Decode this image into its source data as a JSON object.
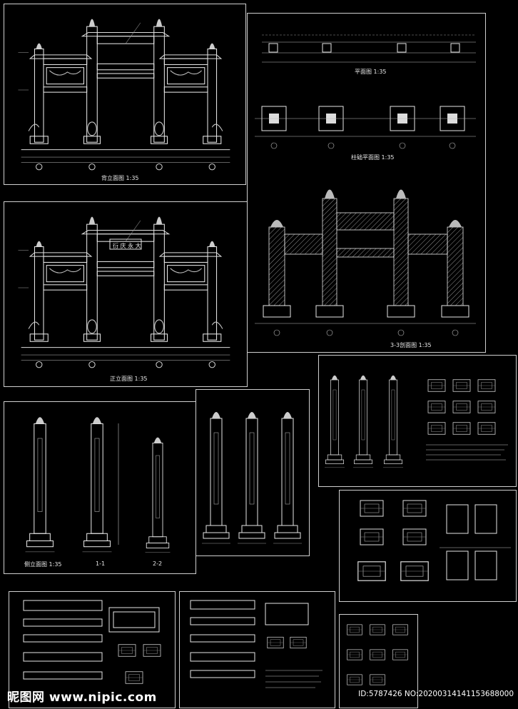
{
  "captions": {
    "front_elevation_top": "背立面图 1:35",
    "plan": "平面图 1:35",
    "column_plan": "柱础平面图 1:35",
    "front_elevation": "正立面图 1:35",
    "section_33": "3-3剖面图 1:35",
    "side_elevation": "侧立面图 1:35",
    "section_11": "1-1",
    "section_22": "2-2",
    "plaque_text": "衍 庆 永 大"
  },
  "watermark": {
    "site": "昵图网 www.nipic.com",
    "id_line": "ID:5787426 NO:20200314141153688000"
  },
  "axis_labels": [
    "①",
    "②",
    "③",
    "④"
  ],
  "colors": {
    "background": "#000000",
    "lines": "#e6e6e6",
    "frame": "#cfcfcf"
  }
}
